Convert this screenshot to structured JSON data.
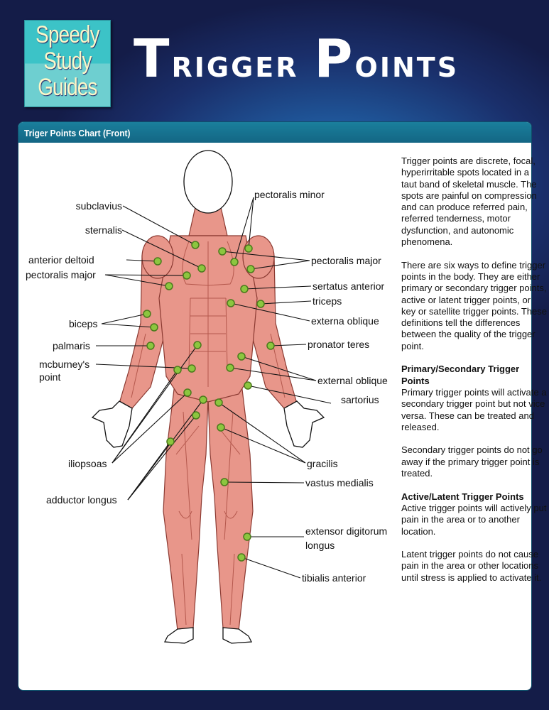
{
  "logo": {
    "lines": [
      "Speedy",
      "Study",
      "Guides"
    ]
  },
  "title": {
    "word1_initial": "T",
    "word1_rest": "rigger",
    "word2_initial": "P",
    "word2_rest": "oints"
  },
  "panel": {
    "header": "Triger Points Chart  (Front)"
  },
  "labels": {
    "subclavius": "subclavius",
    "sternalis": "sternalis",
    "anterior_deltoid": "anterior deltoid",
    "pectoralis_major_left": "pectoralis major",
    "biceps": "biceps",
    "palmaris": "palmaris",
    "mcburney_1": "mcburney's",
    "mcburney_2": "point",
    "iliopsoas": "iliopsoas",
    "adductor_longus": "adductor longus",
    "pectoralis_minor": "pectoralis minor",
    "pectoralis_major_right": "pectoralis major",
    "sertatus_anterior": "sertatus anterior",
    "triceps": "triceps",
    "externa_oblique": "externa oblique",
    "pronator_teres": "pronator teres",
    "external_oblique": "external oblique",
    "sartorius": "sartorius",
    "gracilis": "gracilis",
    "vastus_medialis": "vastus medialis",
    "extensor_1": "extensor digitorum",
    "extensor_2": "longus",
    "tibialis_anterior": "tibialis anterior"
  },
  "sidebar": {
    "p1": "Trigger points are discrete, focal, hyperirritable spots located in a taut band of skeletal muscle. The spots are painful on compression and can produce referred pain, referred tenderness, motor dysfunction, and autonomic phenomena.",
    "p2": "There are six ways to define trigger points in the body. They are either primary or secondary trigger points, active or latent trigger points, or key or satellite trigger points. These definitions tell the differences between the quality of the trigger point.",
    "h1": "Primary/Secondary Trigger Points",
    "p3": "Primary trigger points will activate a secondary trigger point but not vice versa. These can be treated and released.",
    "p4": "Secondary trigger points do not go away if the primary trigger point is treated.",
    "h2": "Active/Latent Trigger Points",
    "p5": "Active trigger points will actively put pain in the area or to another location.",
    "p6": "Latent trigger points do not cause pain in the area or other locations until stress is applied to activate it."
  },
  "colors": {
    "muscle": "#e8968a",
    "trigger_point": "#8cc63f",
    "header_bar": "#16728f",
    "logo_bg": "#3cc3c7"
  }
}
